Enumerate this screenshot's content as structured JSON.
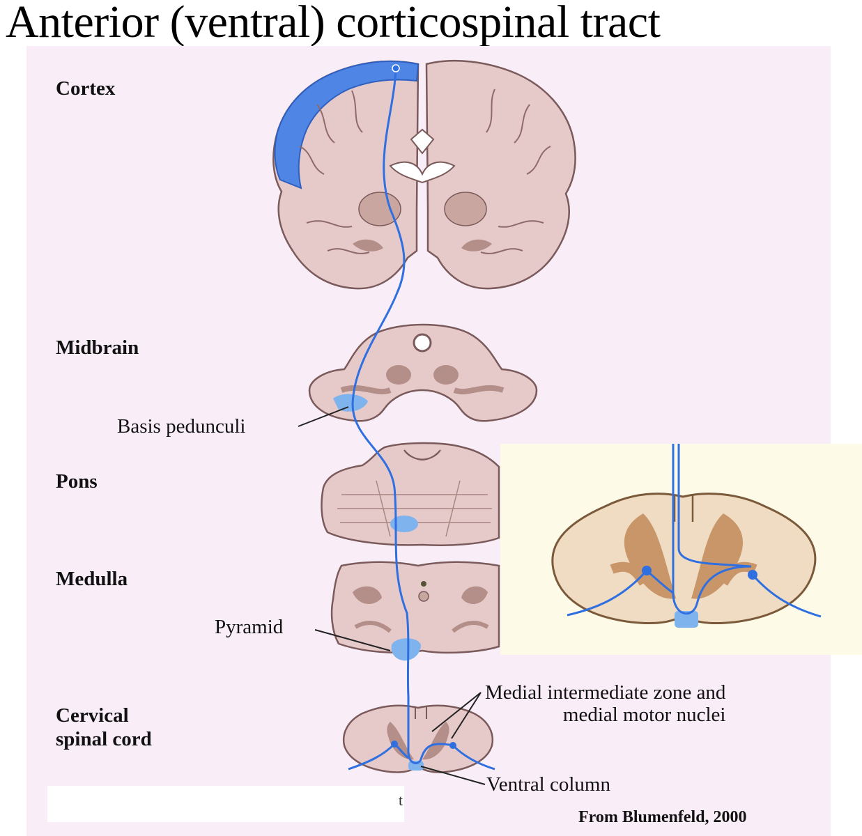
{
  "title": "Anterior (ventral) corticospinal tract",
  "levels": {
    "cortex": "Cortex",
    "midbrain": "Midbrain",
    "pons": "Pons",
    "medulla": "Medulla",
    "cervical": "Cervical\nspinal cord"
  },
  "callouts": {
    "basis": "Basis pedunculi",
    "pyramid": "Pyramid",
    "medial_zone": "Medial intermediate zone and\nmedial motor nuclei",
    "ventral_column": "Ventral column"
  },
  "stray_mark": "t",
  "credit": "From Blumenfeld, 2000",
  "colors": {
    "tissue": "#e6c9c9",
    "tissue_outline": "#7a5a5a",
    "grey_matter": "#b48e88",
    "tract": "#2f6fe0",
    "tract_fill": "#7fb3ee",
    "inset_bg": "#fdfbe8",
    "inset_tissue": "#f0dcc2",
    "inset_grey": "#c9966a"
  }
}
